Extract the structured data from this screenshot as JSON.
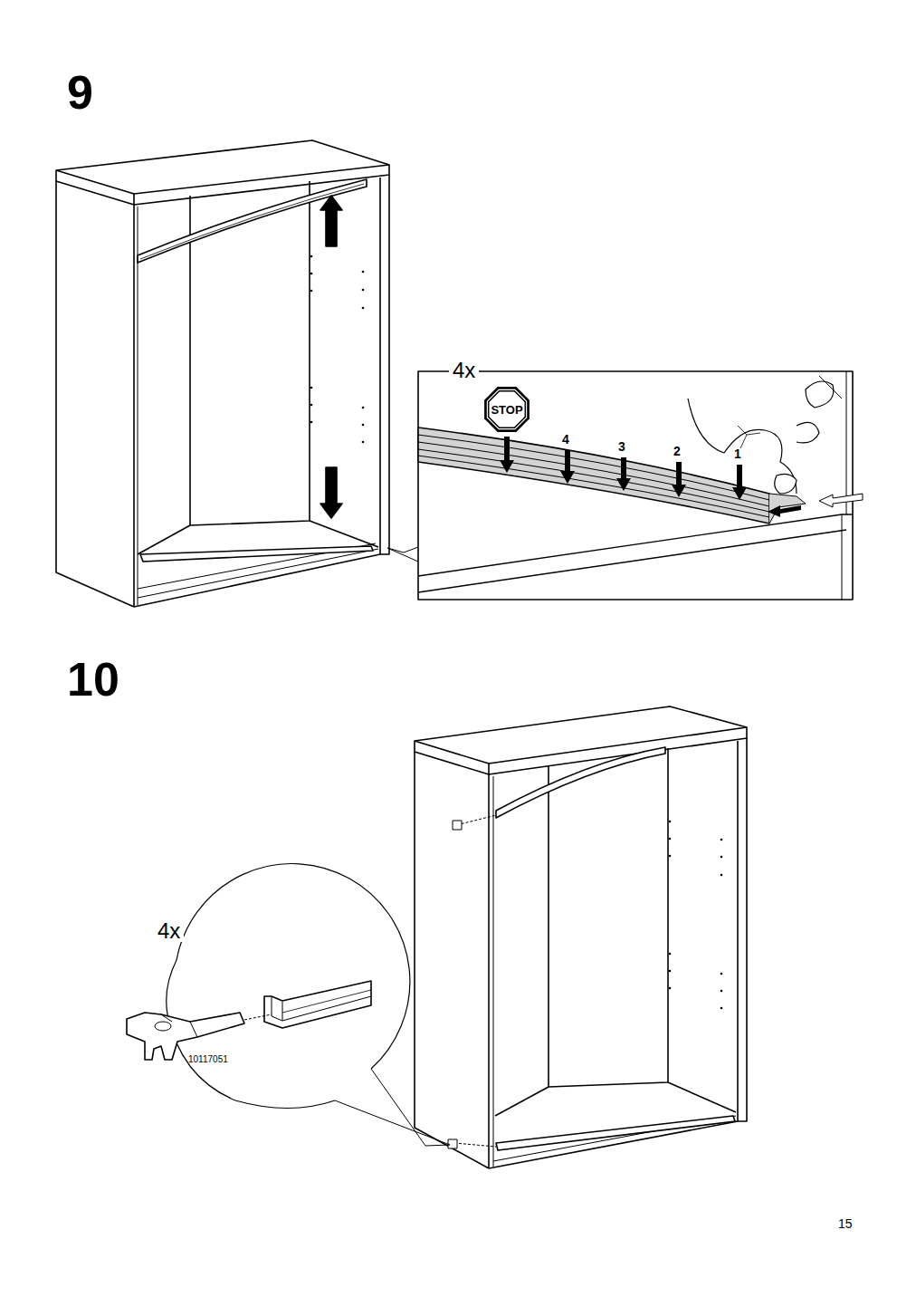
{
  "diagram": {
    "nodes": [
      {
        "text": [
          "STOP"
        ]
      }
    ],
    "labels": [
      "9",
      "4x",
      "4",
      "3",
      "2",
      "1",
      "10",
      "4x",
      "10117051",
      "15"
    ]
  }
}
